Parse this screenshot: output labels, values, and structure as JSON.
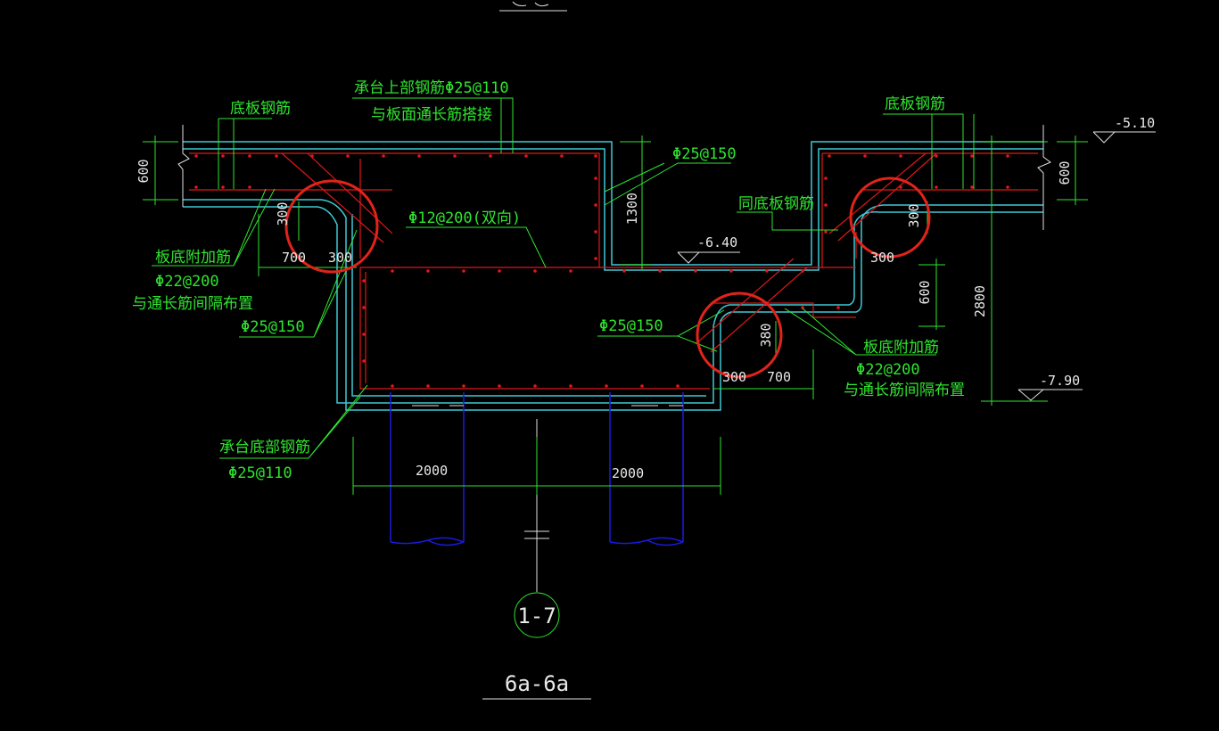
{
  "drawing": {
    "top_reinf_label": "承台上部钢筋Φ25@110",
    "top_reinf_label2": "与板面通长筋搭接",
    "slab_rebar_left": "底板钢筋",
    "slab_rebar_right": "底板钢筋",
    "same_slab_rebar": "同底板钢筋",
    "phi25_150_top": "Φ25@150",
    "phi12_200": "Φ12@200(双向)",
    "phi25_150_left": "Φ25@150",
    "phi25_150_mid": "Φ25@150",
    "add_bar_left_1": "板底附加筋",
    "add_bar_left_2": "Φ22@200",
    "add_bar_left_3": "与通长筋间隔布置",
    "add_bar_right_1": "板底附加筋",
    "add_bar_right_2": "Φ22@200",
    "add_bar_right_3": "与通长筋间隔布置",
    "bottom_reinf_1": "承台底部钢筋",
    "bottom_reinf_2": "Φ25@110",
    "level_top": "-5.10",
    "level_mid": "-6.40",
    "level_bottom": "-7.90",
    "dim_600_left": "600",
    "dim_600_right": "600",
    "dim_600_mid": "600",
    "dim_1300": "1300",
    "dim_2800": "2800",
    "dim_300_a": "300",
    "dim_300_b": "300",
    "dim_300_c": "300",
    "dim_300_d": "300",
    "dim_300_e": "300",
    "dim_700_left": "700",
    "dim_700_right": "700",
    "dim_380": "380",
    "dim_2000_a": "2000",
    "dim_2000_b": "2000",
    "axis_label": "1-7",
    "section_title": "6a-6a"
  }
}
